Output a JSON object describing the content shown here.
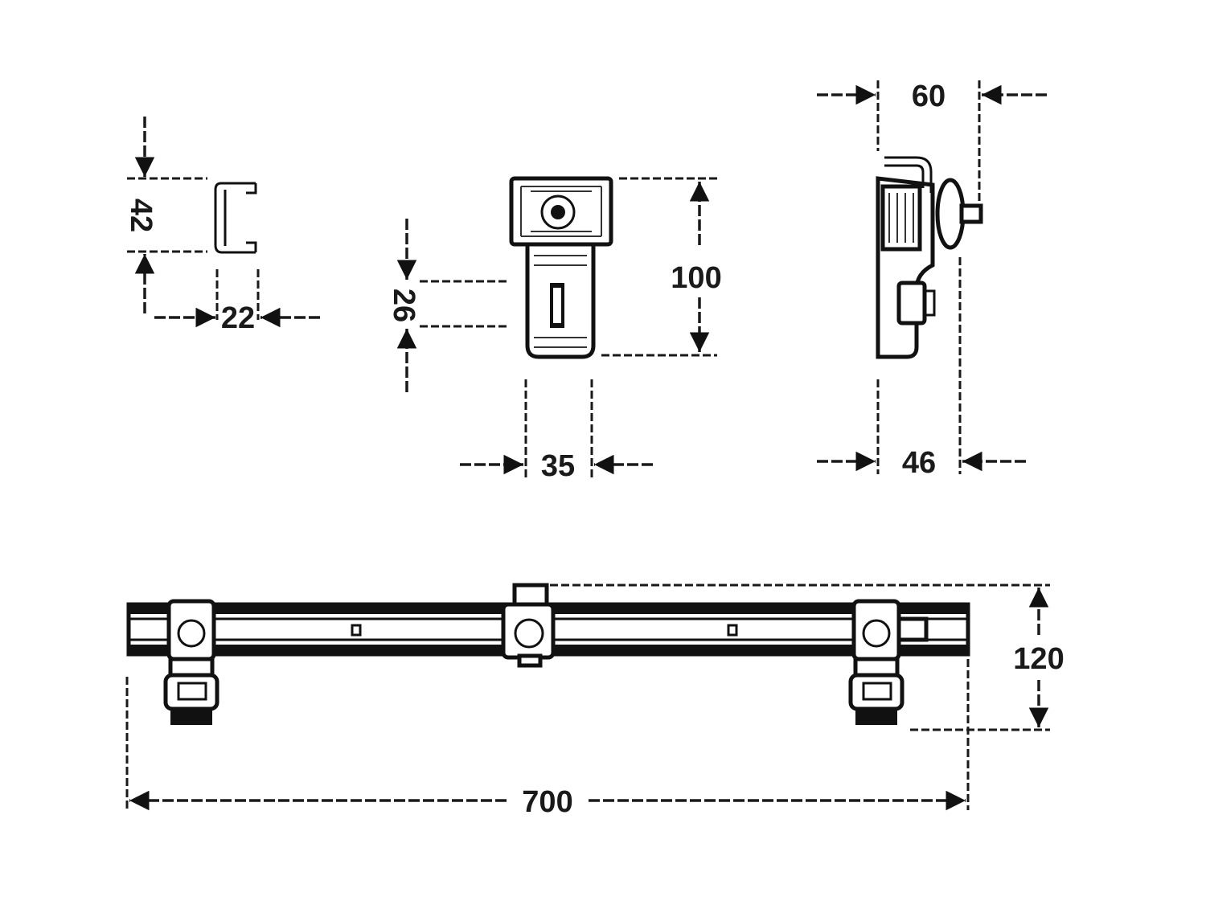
{
  "dimensions": {
    "channel_height": "42",
    "channel_width": "22",
    "bracket_slot": "26",
    "bracket_height": "100",
    "bracket_width": "35",
    "side_top": "60",
    "side_bottom": "46",
    "rail_height": "120",
    "rail_length": "700"
  },
  "colors": {
    "line": "#111111",
    "background": "#ffffff"
  }
}
